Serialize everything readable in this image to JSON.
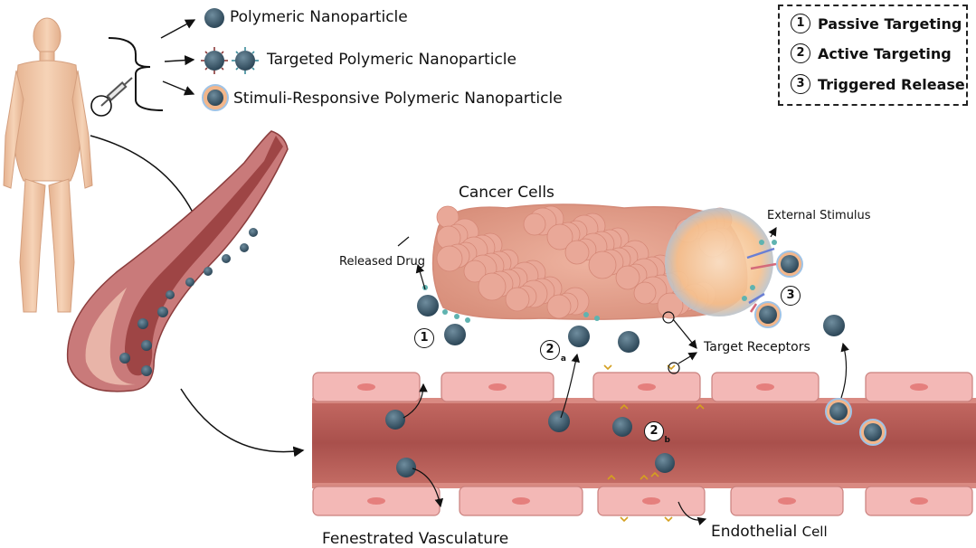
{
  "legend": {
    "items": [
      {
        "label": "Polymeric Nanoparticle"
      },
      {
        "label": "Targeted Polymeric Nanoparticle"
      },
      {
        "label": "Stimuli-Responsive Polymeric Nanoparticle"
      }
    ]
  },
  "targeting_box": {
    "items": [
      {
        "num": "1",
        "label": "Passive Targeting"
      },
      {
        "num": "2",
        "label": "Active Targeting"
      },
      {
        "num": "3",
        "label": "Triggered Release"
      }
    ]
  },
  "labels": {
    "cancer_cells": "Cancer Cells",
    "external_stimulus": "External Stimulus",
    "released_drug": "Released Drug",
    "target_receptors": "Target Receptors",
    "fenestrated_vasculature": "Fenestrated Vasculature",
    "endothelial_cell_main": "Endothelial ",
    "endothelial_cell_tail": "Cell"
  },
  "markers": {
    "m1": "1",
    "m2a": "2",
    "m2a_sub": "a",
    "m2b": "2",
    "m2b_sub": "b",
    "m3": "3"
  },
  "colors": {
    "nanoparticle": "#3d5a6c",
    "vessel": "#b65a5a",
    "cell": "#f3b8b6",
    "tumor": "#e6a694",
    "receptor": "#d4a020",
    "skin": "#f0c9a8"
  }
}
